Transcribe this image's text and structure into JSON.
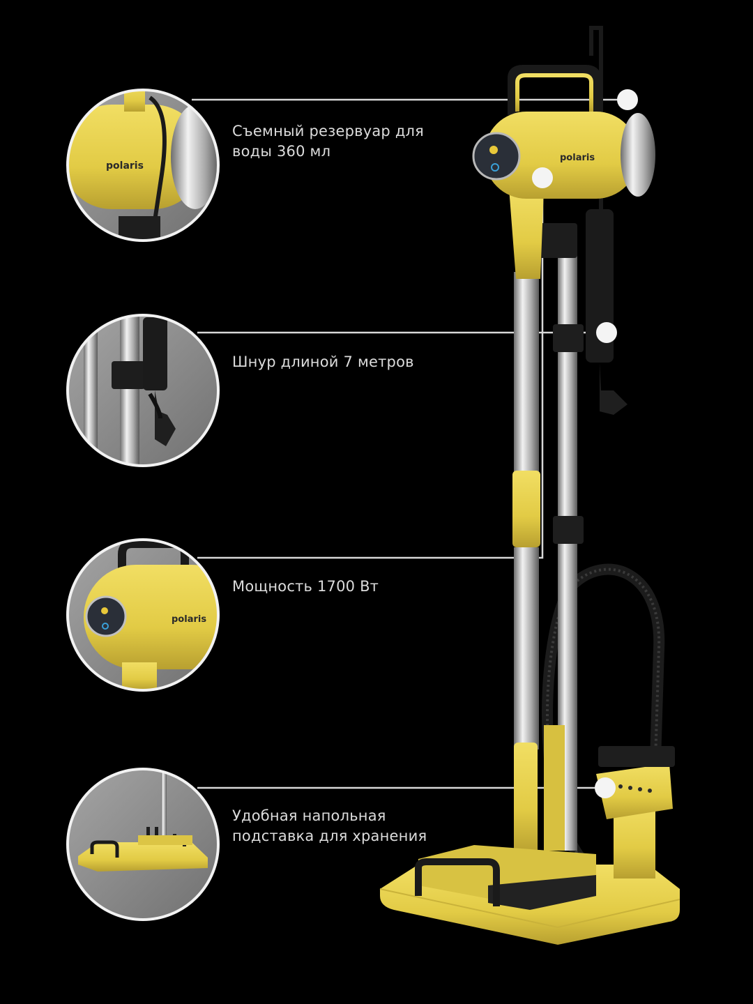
{
  "features": [
    {
      "text": "Съемный резервуар для\nводы 360 мл",
      "icon": "water-tank-detail"
    },
    {
      "text": "Шнур длиной 7 метров",
      "icon": "power-cord-detail"
    },
    {
      "text": "Мощность 1700 Вт",
      "icon": "steamer-head-detail"
    },
    {
      "text": "Удобная напольная\nподставка для хранения",
      "icon": "floor-stand-detail"
    }
  ],
  "brand": "polaris",
  "colors": {
    "background": "#000000",
    "body_yellow": "#e8d24a",
    "callout_line": "#d8d8d8",
    "detail_circle_bg": "#8f8f8f"
  }
}
